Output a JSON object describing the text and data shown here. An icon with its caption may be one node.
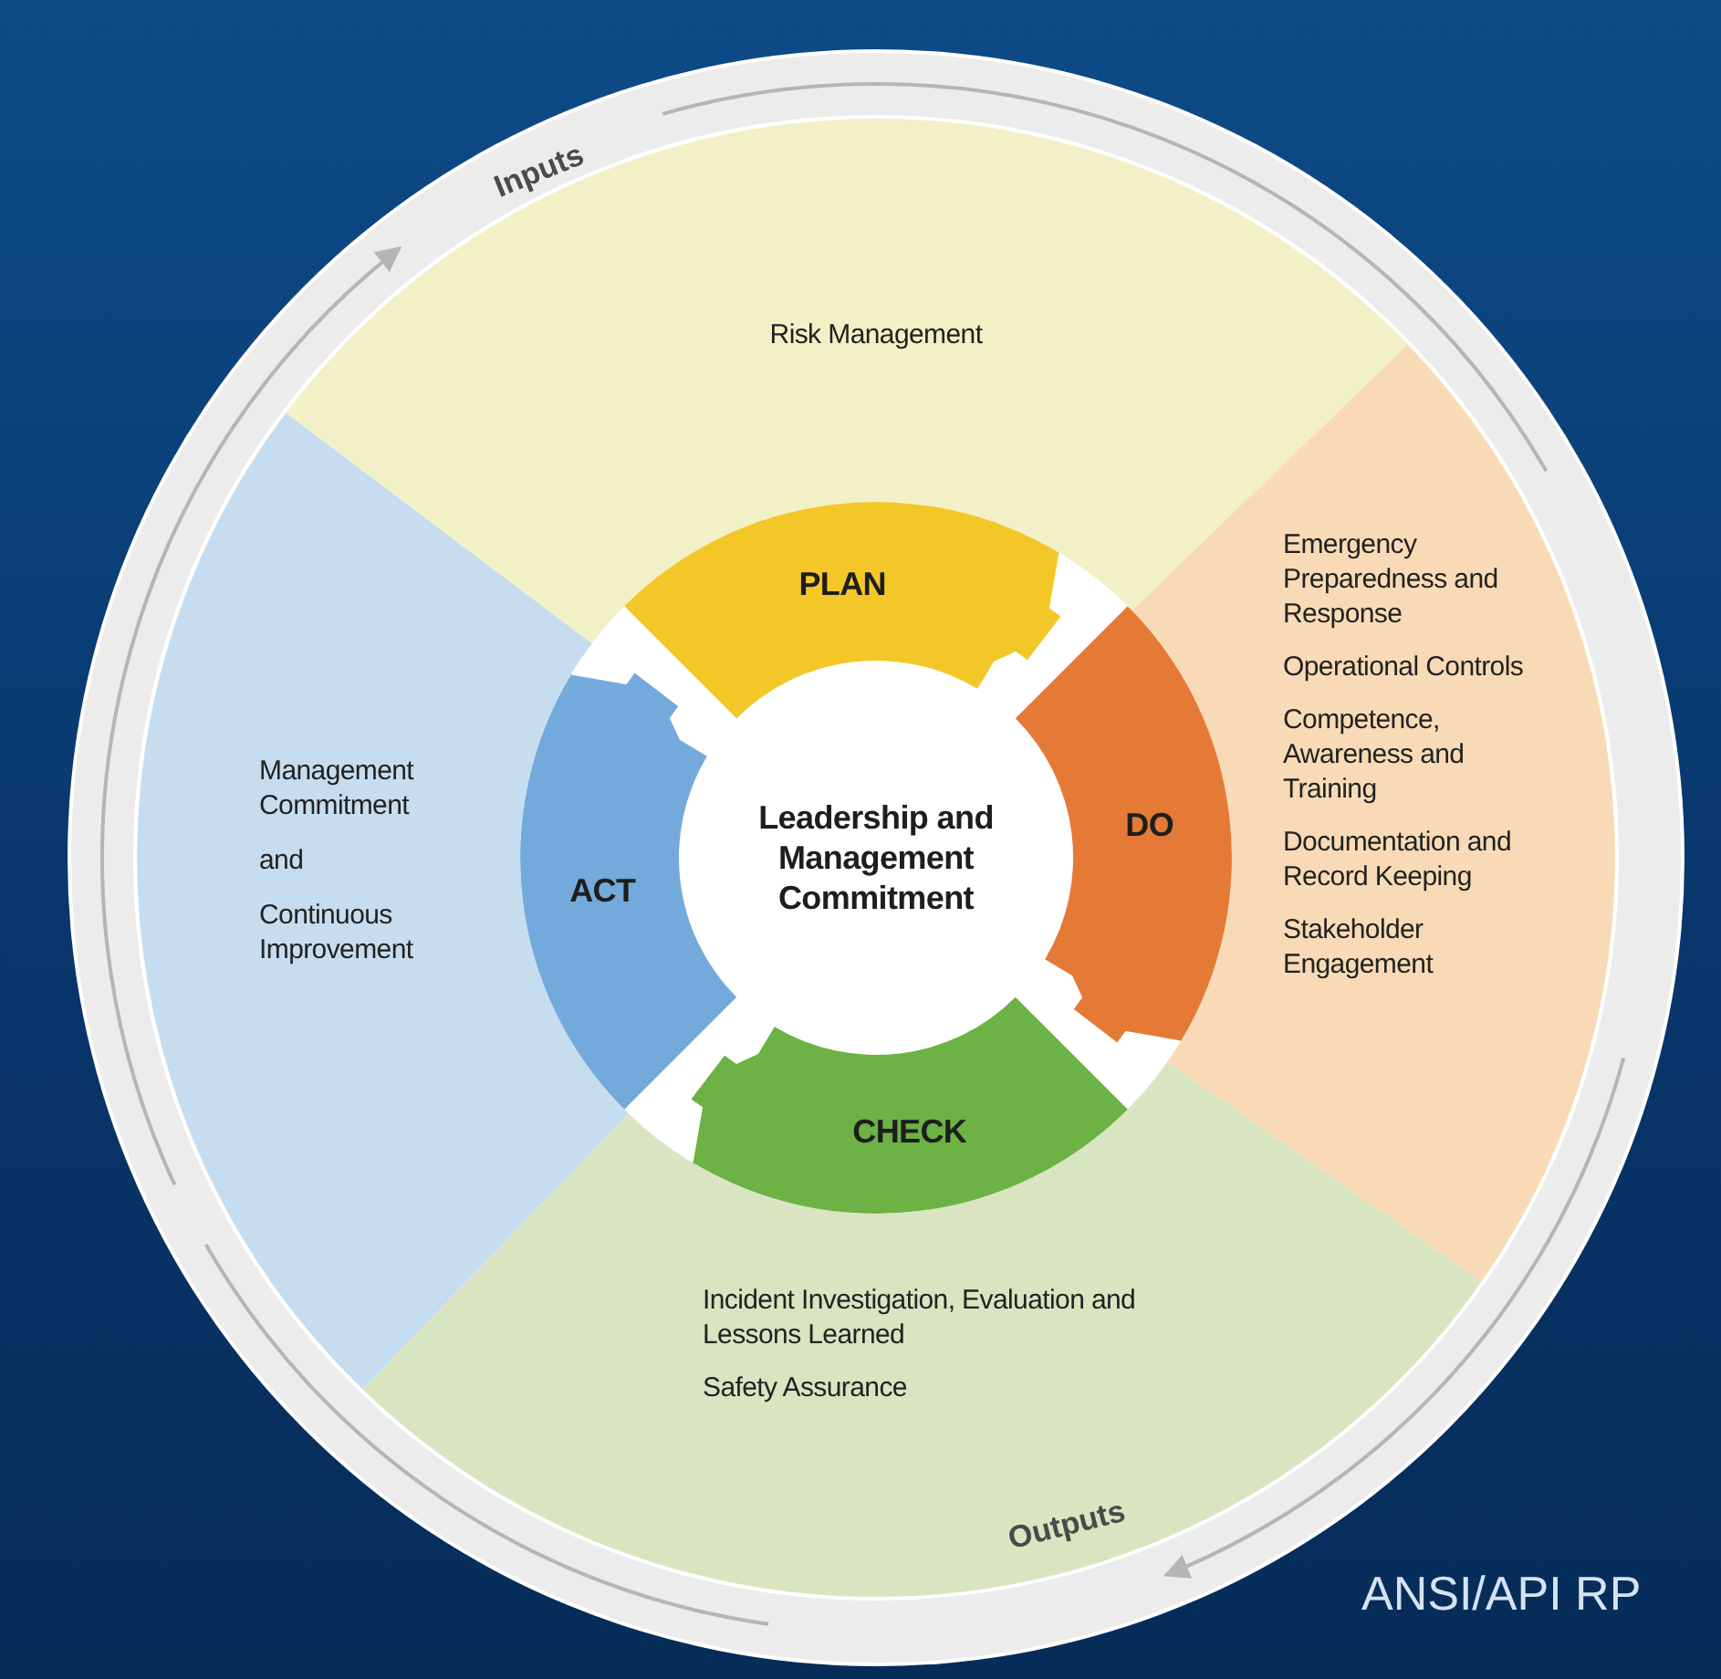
{
  "diagram": {
    "nodes": [
      {
        "text": [
          "Risk Management"
        ]
      },
      {
        "text": [
          "Emergency Preparedness and Response",
          "Operational Controls",
          "Competence, Awareness and Training",
          "Documentation and Record Keeping",
          "Stakeholder Engagement"
        ]
      },
      {
        "text": [
          "Incident Investigation, Evaluation and Lessons Learned",
          "Safety Assurance"
        ]
      },
      {
        "text": [
          "Management Commitment",
          "and",
          "Continuous Improvement"
        ]
      },
      {
        "text": [
          "PLAN"
        ]
      },
      {
        "text": [
          "DO"
        ]
      },
      {
        "text": [
          "CHECK"
        ]
      },
      {
        "text": [
          "ACT"
        ]
      },
      {
        "text": [
          "Leadership and Management Commitment"
        ]
      }
    ],
    "edges": [
      {
        "from": 4,
        "to": 5,
        "arrow": "to",
        "color": "#f4c728"
      },
      {
        "from": 5,
        "to": 6,
        "arrow": "to",
        "color": "#e57a36"
      },
      {
        "from": 6,
        "to": 7,
        "arrow": "to",
        "color": "#6cb244"
      },
      {
        "from": 7,
        "to": 4,
        "arrow": "to",
        "color": "#74aadb"
      }
    ],
    "labels": [
      "Inputs",
      "Outputs",
      "ANSI/API RP"
    ]
  }
}
